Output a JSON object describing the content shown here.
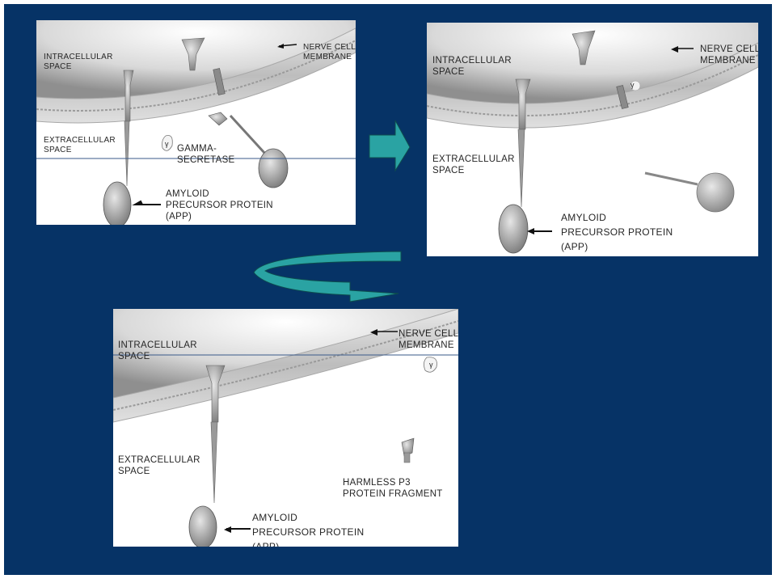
{
  "panel1": {
    "intracellular": [
      "INTRACELLULAR",
      "SPACE"
    ],
    "extracellular": [
      "EXTRACELLULAR",
      "SPACE"
    ],
    "membrane": [
      "NERVE CELL",
      "MEMBRANE"
    ],
    "enzyme": [
      "GAMMA-",
      "SECRETASE"
    ],
    "app": [
      "AMYLOID",
      "PRECURSOR PROTEIN",
      "(APP)"
    ],
    "gamma_symbol": "γ"
  },
  "panel2": {
    "intracellular": [
      "INTRACELLULAR",
      "SPACE"
    ],
    "extracellular": [
      "EXTRACELLULAR",
      "SPACE"
    ],
    "membrane": [
      "NERVE CELL",
      "MEMBRANE"
    ],
    "app": [
      "AMYLOID",
      "PRECURSOR PROTEIN",
      "(APP)"
    ],
    "gamma_symbol": "γ"
  },
  "panel3": {
    "intracellular": [
      "INTRACELLULAR",
      "SPACE"
    ],
    "extracellular": [
      "EXTRACELLULAR",
      "SPACE"
    ],
    "membrane": [
      "NERVE CELL",
      "MEMBRANE"
    ],
    "fragment": [
      "HARMLESS P3",
      "PROTEIN FRAGMENT"
    ],
    "app": [
      "AMYLOID",
      "PRECURSOR PROTEIN",
      "(APP)"
    ],
    "gamma_symbol": "γ"
  },
  "colors": {
    "background": "#063366",
    "arrow": "#2aa3a3"
  }
}
